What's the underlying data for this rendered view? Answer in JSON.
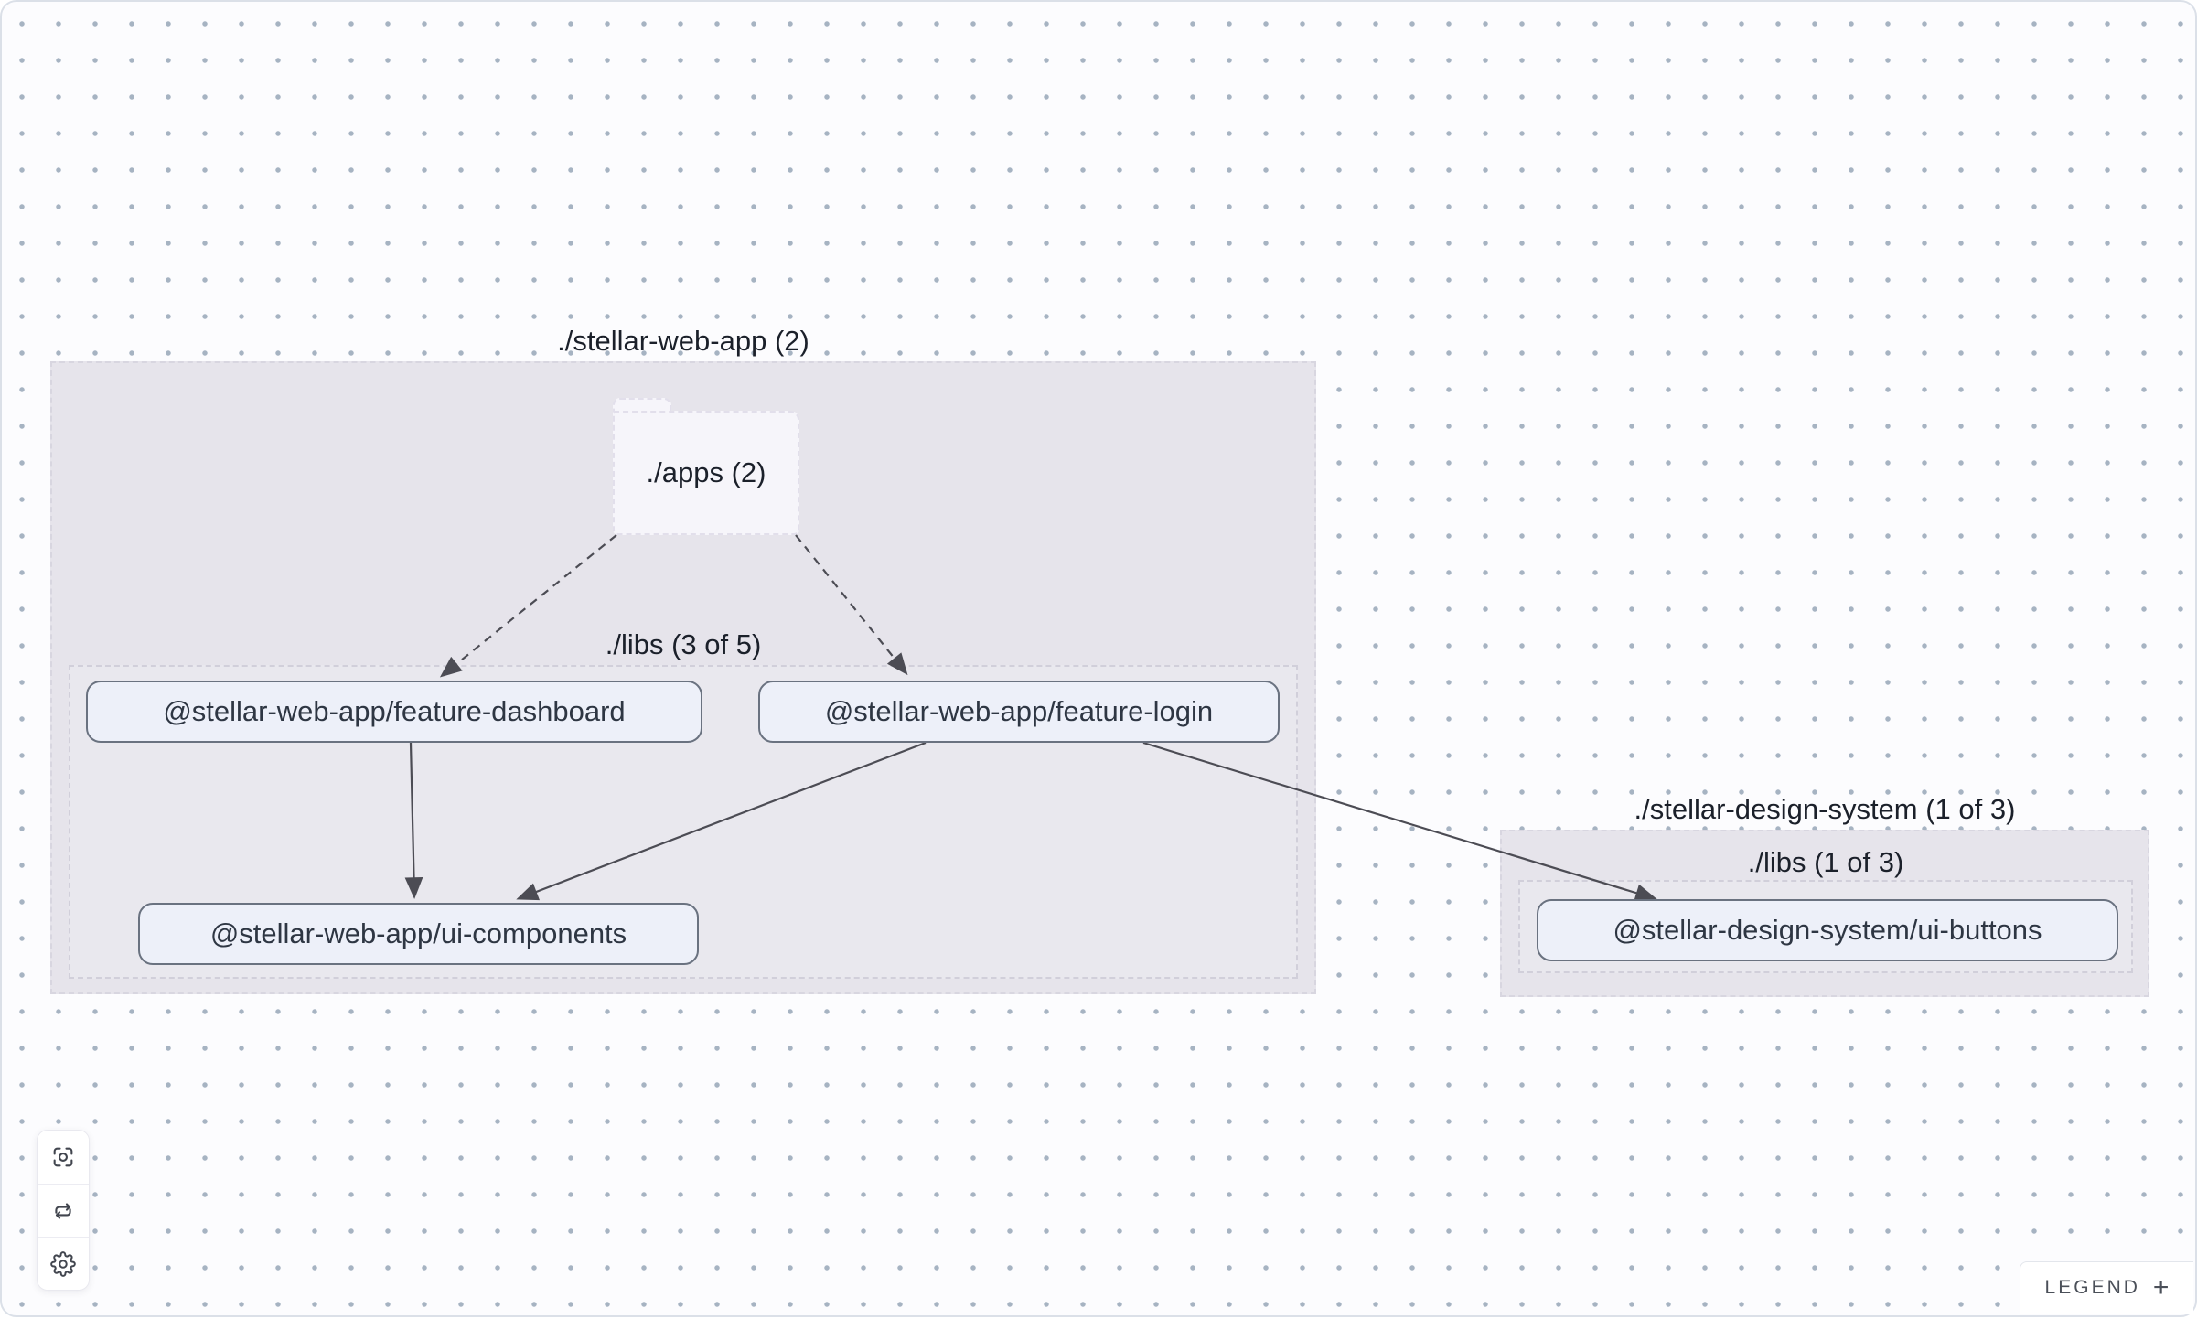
{
  "canvas": {
    "background": "#fcfcfe",
    "dot_color": "#a6b3c2",
    "border_color": "#dbe0e8",
    "group_fill": "#e6e4eb",
    "node_fill": "#edf0f9",
    "node_border": "#6a7280",
    "edge_color": "#4c4c54"
  },
  "graph": {
    "groups": [
      {
        "id": "stellar-web-app",
        "label": "./stellar-web-app (2)"
      },
      {
        "id": "stellar-design-system",
        "label": "./stellar-design-system (1 of 3)"
      }
    ],
    "subgroups": [
      {
        "id": "stellar-web-app-libs",
        "label": "./libs (3 of 5)"
      },
      {
        "id": "stellar-design-system-libs",
        "label": "./libs (1 of 3)"
      }
    ],
    "folders": [
      {
        "id": "apps",
        "label": "./apps (2)"
      }
    ],
    "nodes": [
      {
        "id": "feature-dashboard",
        "label": "@stellar-web-app/feature-dashboard"
      },
      {
        "id": "feature-login",
        "label": "@stellar-web-app/feature-login"
      },
      {
        "id": "ui-components",
        "label": "@stellar-web-app/ui-components"
      },
      {
        "id": "ui-buttons",
        "label": "@stellar-design-system/ui-buttons"
      }
    ],
    "edges": [
      {
        "source": "./apps",
        "target": "@stellar-web-app/feature-dashboard",
        "style": "dashed"
      },
      {
        "source": "./apps",
        "target": "@stellar-web-app/feature-login",
        "style": "dashed"
      },
      {
        "source": "@stellar-web-app/feature-dashboard",
        "target": "@stellar-web-app/ui-components",
        "style": "solid"
      },
      {
        "source": "@stellar-web-app/feature-login",
        "target": "@stellar-web-app/ui-components",
        "style": "solid"
      },
      {
        "source": "@stellar-web-app/feature-login",
        "target": "@stellar-design-system/ui-buttons",
        "style": "solid"
      }
    ]
  },
  "toolbar": {
    "buttons": [
      {
        "name": "focus"
      },
      {
        "name": "refresh"
      },
      {
        "name": "settings"
      }
    ]
  },
  "legend": {
    "label": "LEGEND",
    "expand_icon": "+"
  }
}
